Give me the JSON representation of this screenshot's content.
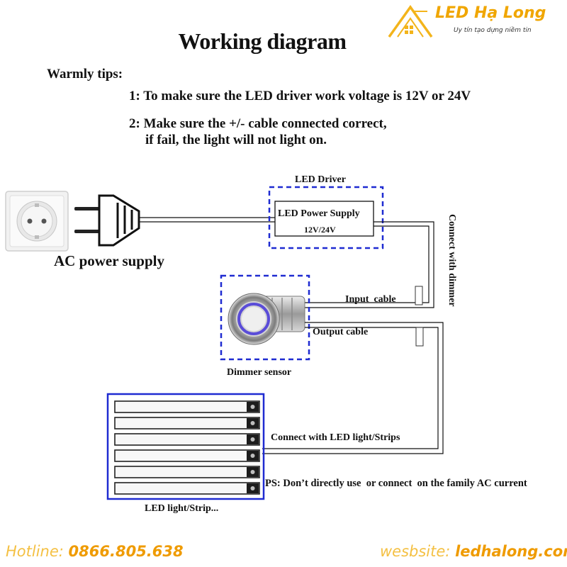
{
  "brand": {
    "name": "LED Hạ Long",
    "slogan": "Uy tín tạo dựng niềm tin",
    "accent_color": "#f0a600",
    "logo_icon": "house-roof-logo-icon"
  },
  "title": "Working diagram",
  "tips": {
    "heading": "Warmly tips:",
    "tip1": "1: To make sure the LED driver work voltage is 12V or 24V",
    "tip2_line1": "2: Make sure the +/- cable connected correct,",
    "tip2_line2": "if fail, the light will not light on."
  },
  "diagram": {
    "led_driver_label": "LED Driver",
    "power_supply_label": "LED Power Supply",
    "voltage_label": "12V/24V",
    "ac_label": "AC power supply",
    "connect_dimmer_label": "Connect with dimmer",
    "input_cable_label": "Input  cable",
    "output_cable_label": "Output cable",
    "dimmer_label": "Dimmer sensor",
    "connect_led_label": "Connect with LED light/Strips",
    "ps_note": "PS: Don’t directly use  or connect  on the family AC current",
    "led_strip_label": "LED light/Strip...",
    "led_strip_count": 6,
    "dashed_box_color": "#1f2bd1"
  },
  "footer": {
    "hotline_label": "Hotline:",
    "hotline_value": "0866.805.638",
    "website_label": "wesbsite:",
    "website_value": "ledhalong.com"
  }
}
